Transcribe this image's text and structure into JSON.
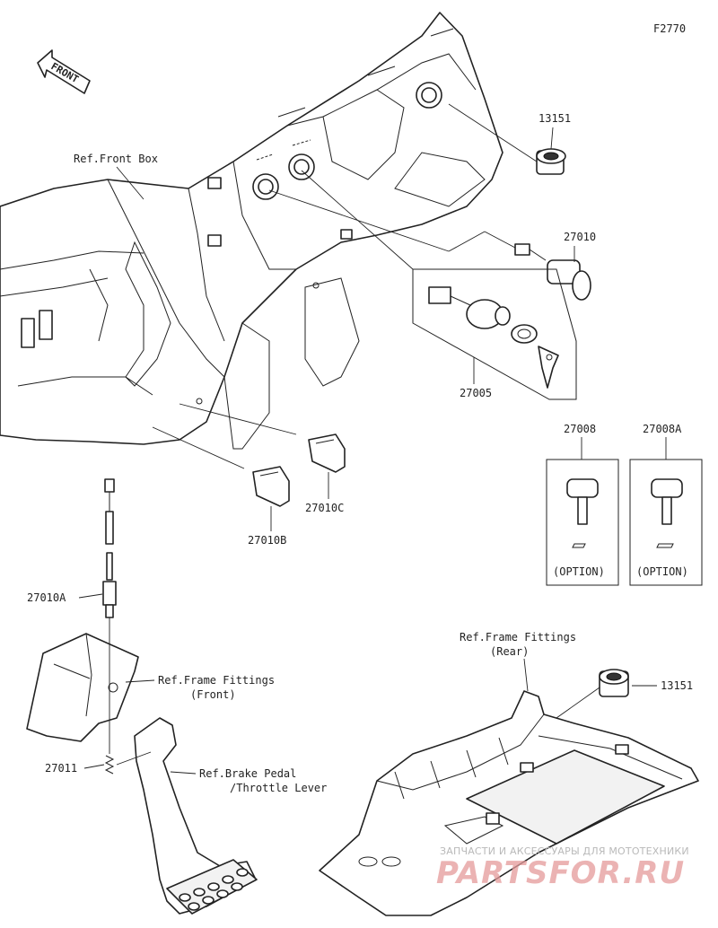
{
  "figure_code": "F2770",
  "front_arrow": "FRONT",
  "labels": {
    "ref_front_box": "Ref.Front Box",
    "p13151_top": "13151",
    "p27010": "27010",
    "p27005": "27005",
    "p27008": "27008",
    "p27008a": "27008A",
    "p27010c": "27010C",
    "p27010b": "27010B",
    "p27010a": "27010A",
    "p27011": "27011",
    "p13151_bottom": "13151",
    "ref_frame_front_1": "Ref.Frame Fittings",
    "ref_frame_front_2": "(Front)",
    "ref_frame_rear_1": "Ref.Frame Fittings",
    "ref_frame_rear_2": "(Rear)",
    "ref_brake_1": "Ref.Brake Pedal",
    "ref_brake_2": "/Throttle Lever",
    "option_1": "(OPTION)",
    "option_2": "(OPTION)"
  },
  "watermark": {
    "tagline": "ЗАПЧАСТИ И АКСЕССУАРЫ ДЛЯ МОТОТЕХНИКИ",
    "brand": "PARTSFOR.RU"
  }
}
